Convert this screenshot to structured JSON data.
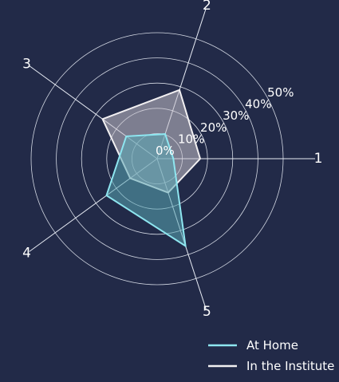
{
  "chart_data": {
    "type": "radar",
    "categories": [
      "1",
      "2",
      "3",
      "4",
      "5"
    ],
    "r_ticks": [
      "0%",
      "10%",
      "20%",
      "30%",
      "40%",
      "50%"
    ],
    "r_max": 50,
    "series": [
      {
        "name": "At Home",
        "values": [
          5,
          9,
          14,
          24,
          36
        ],
        "color": "#8ee6f0",
        "fill": "#5aa8b4"
      },
      {
        "name": "In the Institute",
        "values": [
          16,
          28,
          26,
          12,
          13
        ],
        "color": "#f2f0f2",
        "fill": "#c8c3cc"
      }
    ],
    "grid": true,
    "legend": "bottom-right",
    "background": "#222a48"
  }
}
